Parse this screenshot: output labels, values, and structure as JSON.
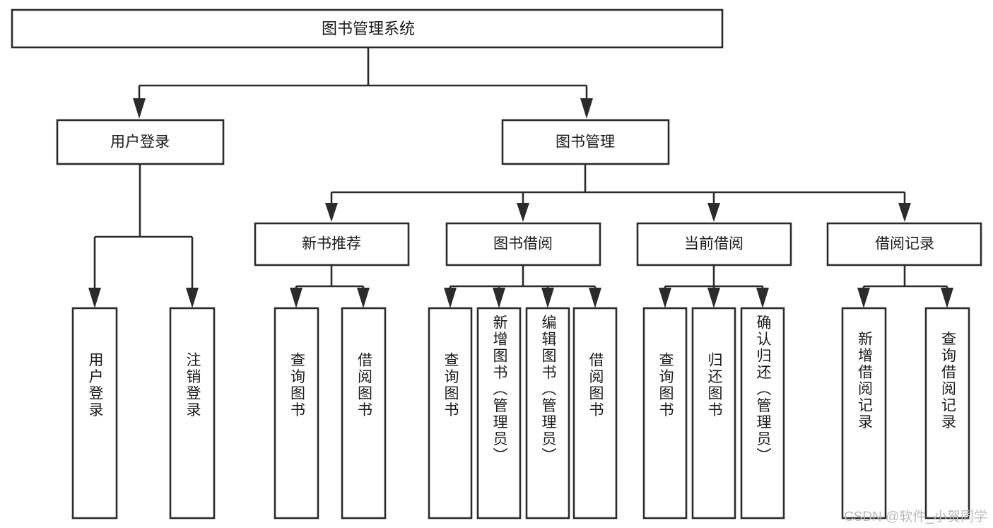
{
  "diagram": {
    "type": "tree-hierarchy",
    "title": "图书管理系统",
    "watermark": "CSDN @软件_小贺同学",
    "colors": {
      "box_stroke": "#2b2b2b",
      "box_fill": "#ffffff",
      "text": "#1a1a1a",
      "background": "#ffffff",
      "watermark": "#b9b9b9"
    },
    "levels": {
      "root": {
        "label": "图书管理系统"
      },
      "level2": [
        {
          "id": "user-login",
          "label": "用户登录"
        },
        {
          "id": "book-management",
          "label": "图书管理"
        }
      ],
      "level3": [
        {
          "id": "new-book-recommend",
          "label": "新书推荐",
          "parent": "book-management"
        },
        {
          "id": "book-borrow",
          "label": "图书借阅",
          "parent": "book-management"
        },
        {
          "id": "current-borrow",
          "label": "当前借阅",
          "parent": "book-management"
        },
        {
          "id": "borrow-record",
          "label": "借阅记录",
          "parent": "book-management"
        }
      ],
      "leaves": [
        {
          "id": "leaf-user-login",
          "label": "用户登录",
          "parent": "user-login"
        },
        {
          "id": "leaf-logout-login",
          "label": "注销登录",
          "parent": "user-login"
        },
        {
          "id": "leaf-query-book-1",
          "label": "查询图书",
          "parent": "new-book-recommend"
        },
        {
          "id": "leaf-borrow-book-1",
          "label": "借阅图书",
          "parent": "new-book-recommend"
        },
        {
          "id": "leaf-query-book-2",
          "label": "查询图书",
          "parent": "book-borrow"
        },
        {
          "id": "leaf-add-book",
          "label": "新增图书（管理员）",
          "parent": "book-borrow"
        },
        {
          "id": "leaf-edit-book",
          "label": "编辑图书（管理员）",
          "parent": "book-borrow"
        },
        {
          "id": "leaf-borrow-book-2",
          "label": "借阅图书",
          "parent": "book-borrow"
        },
        {
          "id": "leaf-query-book-3",
          "label": "查询图书",
          "parent": "current-borrow"
        },
        {
          "id": "leaf-return-book",
          "label": "归还图书",
          "parent": "current-borrow"
        },
        {
          "id": "leaf-confirm-return",
          "label": "确认归还（管理员）",
          "parent": "current-borrow"
        },
        {
          "id": "leaf-add-borrow-record",
          "label": "新增借阅记录",
          "parent": "borrow-record"
        },
        {
          "id": "leaf-query-borrow-record",
          "label": "查询借阅记录",
          "parent": "borrow-record"
        }
      ]
    }
  }
}
